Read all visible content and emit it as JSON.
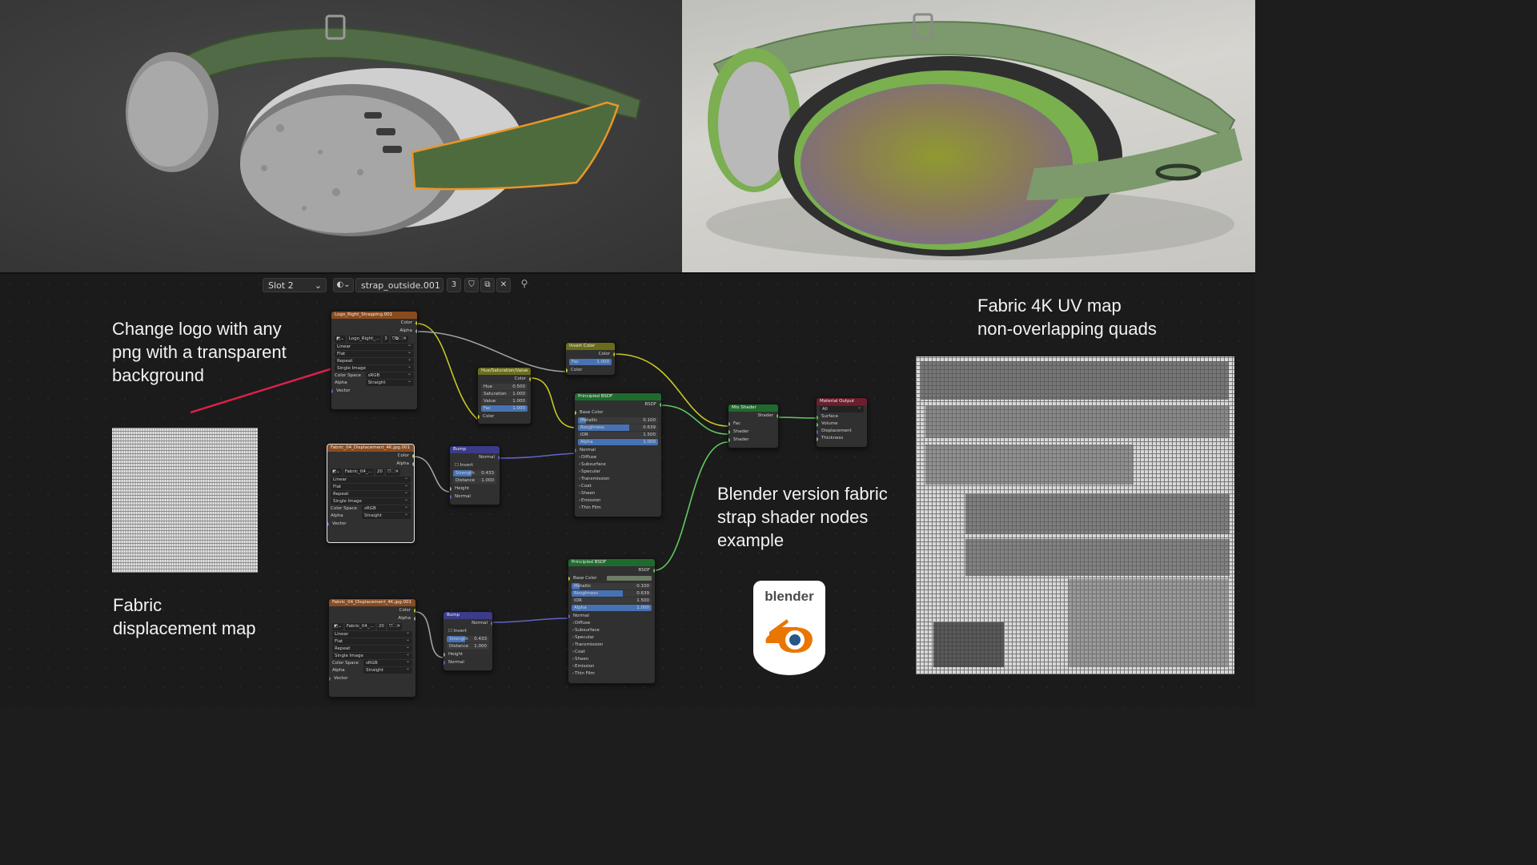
{
  "header": {
    "slot": "Slot 2",
    "material_name": "strap_outside.001",
    "user_count": "3"
  },
  "annotations": {
    "logo_note": "Change logo with any\npng with a transparent\nbackground",
    "fabric_note": "Fabric\ndisplacement map",
    "blender_note": "Blender version fabric\nstrap shader nodes\nexample",
    "uv_note": "Fabric 4K UV map\nnon-overlapping quads"
  },
  "blender_logo_text": "blender",
  "colors": {
    "annotation_arrow": "#e0204a",
    "strap_green": "#4f6b3a",
    "selection_orange": "#e8962a"
  },
  "nodes": {
    "logo_image": {
      "title": "Logo_Right_Strapping.001",
      "out_color": "Color",
      "out_alpha": "Alpha",
      "image": "Logo_Right_...",
      "users": "3",
      "interp": "Linear",
      "proj": "Flat",
      "ext": "Repeat",
      "src": "Single Image",
      "cs_label": "Color Space",
      "cs": "sRGB",
      "alpha_label": "Alpha",
      "alpha": "Straight",
      "vector": "Vector"
    },
    "fabric_image_1": {
      "title": "Fabric_04_Displacement_4K.jpg.001",
      "out_color": "Color",
      "out_alpha": "Alpha",
      "image": "Fabric_04_...",
      "users": "20",
      "interp": "Linear",
      "proj": "Flat",
      "ext": "Repeat",
      "src": "Single Image",
      "cs_label": "Color Space",
      "cs": "sRGB",
      "alpha_label": "Alpha",
      "alpha": "Straight",
      "vector": "Vector"
    },
    "fabric_image_2": {
      "title": "Fabric_04_Displacement_4K.jpg.001",
      "out_color": "Color",
      "out_alpha": "Alpha",
      "image": "Fabric_04_...",
      "users": "20",
      "interp": "Linear",
      "proj": "Flat",
      "ext": "Repeat",
      "src": "Single Image",
      "cs_label": "Color Space",
      "cs": "sRGB",
      "alpha_label": "Alpha",
      "alpha": "Straight",
      "vector": "Vector"
    },
    "hsv": {
      "title": "Hue/Saturation/Value",
      "out": "Color",
      "hue_label": "Hue",
      "hue": "0.500",
      "sat_label": "Saturation",
      "sat": "1.000",
      "val_label": "Value",
      "val": "1.000",
      "fac_label": "Fac",
      "fac": "1.000",
      "in_color": "Color"
    },
    "invert": {
      "title": "Invert Color",
      "out": "Color",
      "fac_label": "Fac",
      "fac": "1.000",
      "in_color": "Color"
    },
    "bump_1": {
      "title": "Bump",
      "out": "Normal",
      "invert": "Invert",
      "strength_label": "Strength",
      "strength": "0.433",
      "distance_label": "Distance",
      "distance": "1.000",
      "height": "Height",
      "normal": "Normal"
    },
    "bump_2": {
      "title": "Bump",
      "out": "Normal",
      "invert": "Invert",
      "strength_label": "Strength",
      "strength": "0.433",
      "distance_label": "Distance",
      "distance": "1.000",
      "height": "Height",
      "normal": "Normal"
    },
    "bsdf_1": {
      "title": "Principled BSDF",
      "out": "BSDF",
      "base_color": "Base Color",
      "metallic_label": "Metallic",
      "metallic": "0.100",
      "roughness_label": "Roughness",
      "roughness": "0.639",
      "ior_label": "IOR",
      "ior": "1.500",
      "alpha_label": "Alpha",
      "alpha": "1.000",
      "normal": "Normal",
      "panels": [
        "Diffuse",
        "Subsurface",
        "Specular",
        "Transmission",
        "Coat",
        "Sheen",
        "Emission",
        "Thin Film"
      ]
    },
    "bsdf_2": {
      "title": "Principled BSDF",
      "out": "BSDF",
      "base_color": "Base Color",
      "metallic_label": "Metallic",
      "metallic": "0.100",
      "roughness_label": "Roughness",
      "roughness": "0.639",
      "ior_label": "IOR",
      "ior": "1.500",
      "alpha_label": "Alpha",
      "alpha": "1.000",
      "normal": "Normal",
      "panels": [
        "Diffuse",
        "Subsurface",
        "Specular",
        "Transmission",
        "Coat",
        "Sheen",
        "Emission",
        "Thin Film"
      ]
    },
    "mix": {
      "title": "Mix Shader",
      "out": "Shader",
      "fac": "Fac",
      "shader_a": "Shader",
      "shader_b": "Shader"
    },
    "output": {
      "title": "Material Output",
      "target": "All",
      "surface": "Surface",
      "volume": "Volume",
      "displacement": "Displacement",
      "thickness": "Thickness"
    }
  }
}
